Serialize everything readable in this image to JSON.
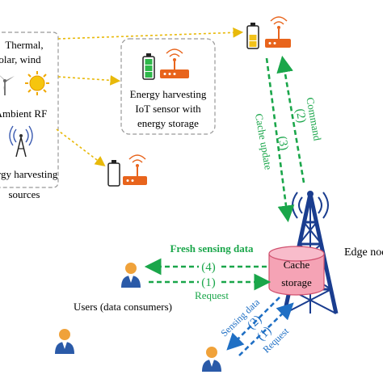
{
  "sources_box": {
    "line1": "Thermal,",
    "line2": "solar, wind",
    "ambient": "Ambient RF",
    "caption1": "Energy harvesting",
    "caption2": "sources"
  },
  "sensor_box": {
    "line1": "Energy harvesting",
    "line2": "IoT sensor with",
    "line3": "energy storage"
  },
  "edge_node": {
    "label": "Edge node",
    "cache_line1": "Cache",
    "cache_line2": "storage"
  },
  "users": {
    "label": "Users (data consumers)"
  },
  "flows": {
    "command": "Command",
    "command_step": "(2)",
    "cache_update": "Cache update",
    "cache_update_step": "(3)",
    "fresh_data": "Fresh sensing data",
    "fresh_step": "(4)",
    "request": "Request",
    "request_step": "(1)",
    "sensing_data": "Sensing data",
    "sensing_step": "(2)",
    "request2": "Request",
    "request2_step": "(1)"
  },
  "colors": {
    "green": "#1aa64a",
    "blue": "#1f6fc4",
    "yellow": "#e8b90a",
    "orange": "#e8641c",
    "tower": "#1a3d8f",
    "cache": "#f5a3b5",
    "user_blue": "#2a5aa8",
    "user_orange": "#f0a23a"
  }
}
